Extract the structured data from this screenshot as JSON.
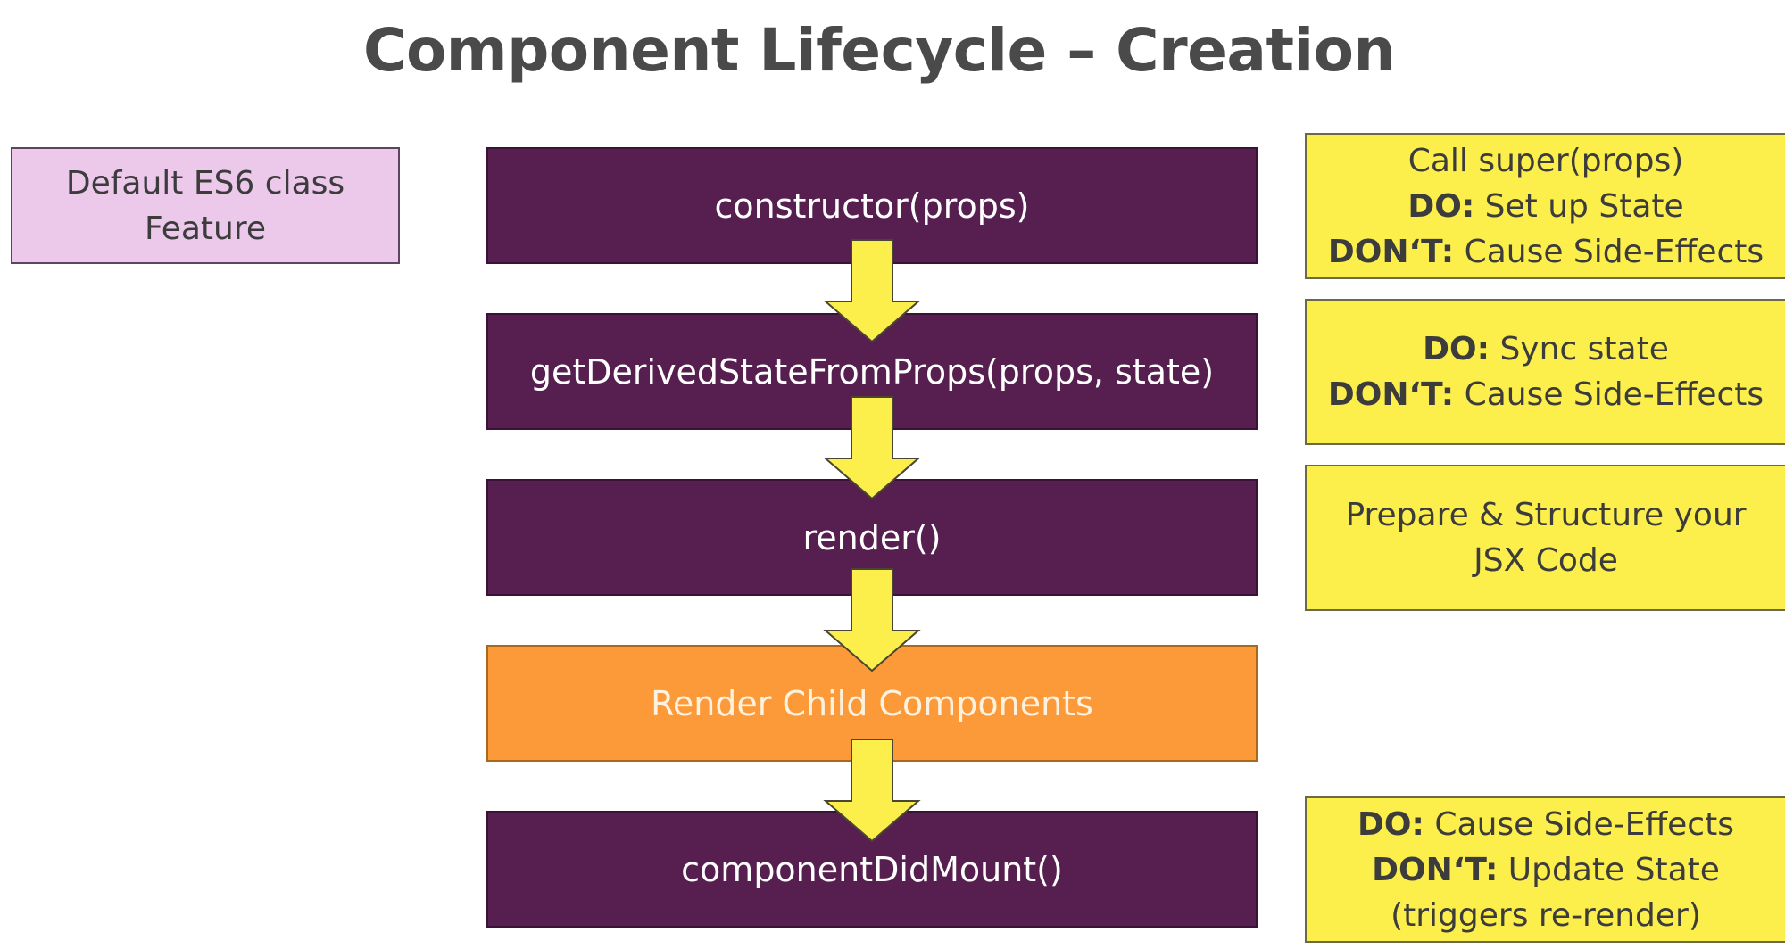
{
  "title": "Component Lifecycle – Creation",
  "side_note": {
    "lines": [
      "Default ES6 class",
      "Feature"
    ]
  },
  "steps": [
    {
      "label": "constructor(props)"
    },
    {
      "label": "getDerivedStateFromProps(props, state)"
    },
    {
      "label": "render()"
    },
    {
      "label": "Render Child Components"
    },
    {
      "label": "componentDidMount()"
    }
  ],
  "notes": {
    "constructor": {
      "line1": "Call super(props)",
      "line2_bold": "DO:",
      "line2_text": " Set up State",
      "line3_bold": "DON‘T:",
      "line3_text": " Cause Side-Effects"
    },
    "derived": {
      "line1_bold": "DO:",
      "line1_text": " Sync state",
      "line2_bold": "DON‘T:",
      "line2_text": " Cause Side-Effects"
    },
    "render": {
      "lines": [
        "Prepare & Structure your",
        "JSX Code"
      ]
    },
    "did_mount": {
      "line1_bold": "DO:",
      "line1_text": " Cause Side-Effects",
      "line2_bold": "DON‘T:",
      "line2_text": " Update State",
      "line3": "(triggers re-render)"
    }
  },
  "colors": {
    "step": "#561f4f",
    "child_step": "#fc9a3a",
    "note": "#fcee4b",
    "side_note": "#ecc8eb",
    "arrow": "#fcee4b",
    "title": "#4a4a4a"
  }
}
